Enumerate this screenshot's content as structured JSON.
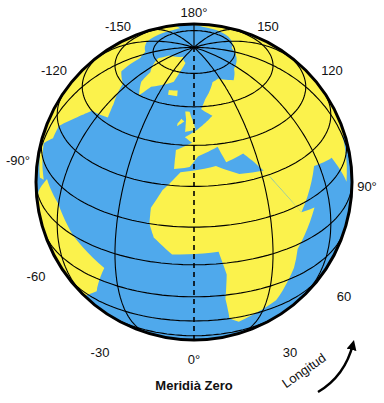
{
  "diagram": {
    "labels": [
      "180°",
      "-150",
      "150",
      "-120",
      "120",
      "-90°",
      "90°",
      "-60",
      "60",
      "-30",
      "30",
      "0°",
      "Meridià Zero",
      "Longitud"
    ]
  }
}
